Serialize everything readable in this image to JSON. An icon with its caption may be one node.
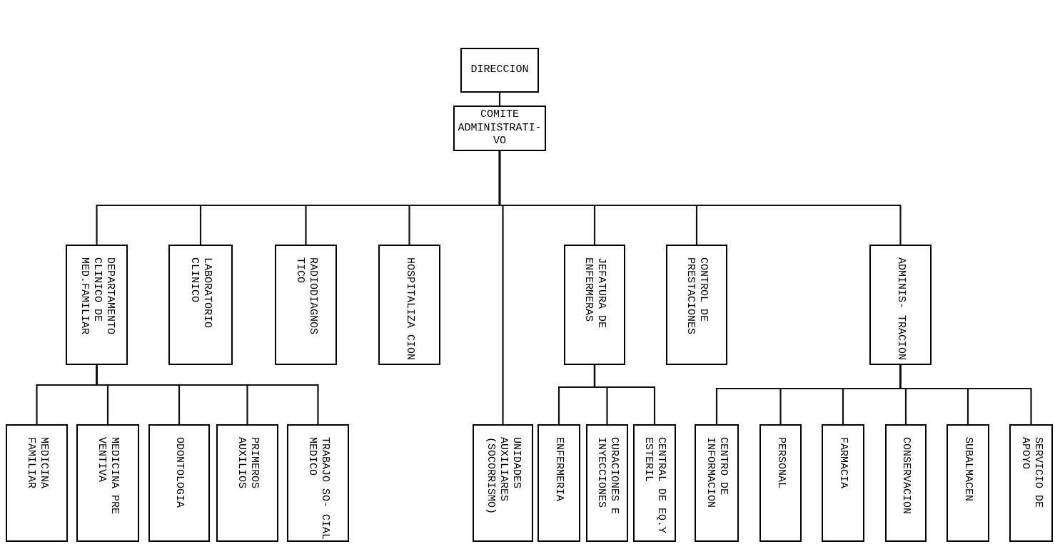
{
  "diagram": {
    "nodes": [
      {
        "text": [
          "DIRECCION"
        ]
      },
      {
        "text": [
          "COMITE ADMINISTRATI- VO"
        ]
      },
      {
        "text": [
          "DEPARTAMENTO CLINICO DE MED.FAMILIAR"
        ]
      },
      {
        "text": [
          "LABORATORIO CLINICO"
        ]
      },
      {
        "text": [
          "RADIODIAGNOS TICO"
        ]
      },
      {
        "text": [
          "HOSPITALIZA CION"
        ]
      },
      {
        "text": [
          "JEFATURA DE ENFERMERAS"
        ]
      },
      {
        "text": [
          "CONTROL DE PRESTACIONES"
        ]
      },
      {
        "text": [
          "ADMINIS- TRACION"
        ]
      },
      {
        "text": [
          "MEDICINA FAMILIAR"
        ]
      },
      {
        "text": [
          "MEDICINA PRE VENTIVA"
        ]
      },
      {
        "text": [
          "ODONTOLOGIA"
        ]
      },
      {
        "text": [
          "PRIMEROS AUXILIOS"
        ]
      },
      {
        "text": [
          "TRABAJO SO- CIAL MEDICO"
        ]
      },
      {
        "text": [
          "UNIDADES AUXILIARES (SOCORRISMO)"
        ]
      },
      {
        "text": [
          "ENFERMERIA"
        ]
      },
      {
        "text": [
          "CURACIONES E INYECCIONES"
        ]
      },
      {
        "text": [
          "CENTRAL DE EQ.Y ESTERIL"
        ]
      },
      {
        "text": [
          "CENTRO DE INFORMACION"
        ]
      },
      {
        "text": [
          "PERSONAL"
        ]
      },
      {
        "text": [
          "FARMACIA"
        ]
      },
      {
        "text": [
          "CONSERVACION"
        ]
      },
      {
        "text": [
          "SUBALMACEN"
        ]
      },
      {
        "text": [
          "SERVICIO DE APOYO"
        ]
      }
    ],
    "edges": [
      {
        "from": 0,
        "to": 1,
        "arrow": "none"
      },
      {
        "from": 1,
        "to": 2,
        "arrow": "none"
      },
      {
        "from": 1,
        "to": 3,
        "arrow": "none"
      },
      {
        "from": 1,
        "to": 4,
        "arrow": "none"
      },
      {
        "from": 1,
        "to": 5,
        "arrow": "none"
      },
      {
        "from": 1,
        "to": 14,
        "arrow": "none"
      },
      {
        "from": 1,
        "to": 6,
        "arrow": "none"
      },
      {
        "from": 1,
        "to": 7,
        "arrow": "none"
      },
      {
        "from": 1,
        "to": 8,
        "arrow": "none"
      },
      {
        "from": 2,
        "to": 9,
        "arrow": "none"
      },
      {
        "from": 2,
        "to": 10,
        "arrow": "none"
      },
      {
        "from": 2,
        "to": 11,
        "arrow": "none"
      },
      {
        "from": 2,
        "to": 12,
        "arrow": "none"
      },
      {
        "from": 2,
        "to": 13,
        "arrow": "none"
      },
      {
        "from": 6,
        "to": 15,
        "arrow": "none"
      },
      {
        "from": 6,
        "to": 16,
        "arrow": "none"
      },
      {
        "from": 6,
        "to": 17,
        "arrow": "none"
      },
      {
        "from": 8,
        "to": 18,
        "arrow": "none"
      },
      {
        "from": 8,
        "to": 19,
        "arrow": "none"
      },
      {
        "from": 8,
        "to": 20,
        "arrow": "none"
      },
      {
        "from": 8,
        "to": 21,
        "arrow": "none"
      },
      {
        "from": 8,
        "to": 22,
        "arrow": "none"
      },
      {
        "from": 8,
        "to": 23,
        "arrow": "none"
      }
    ]
  }
}
